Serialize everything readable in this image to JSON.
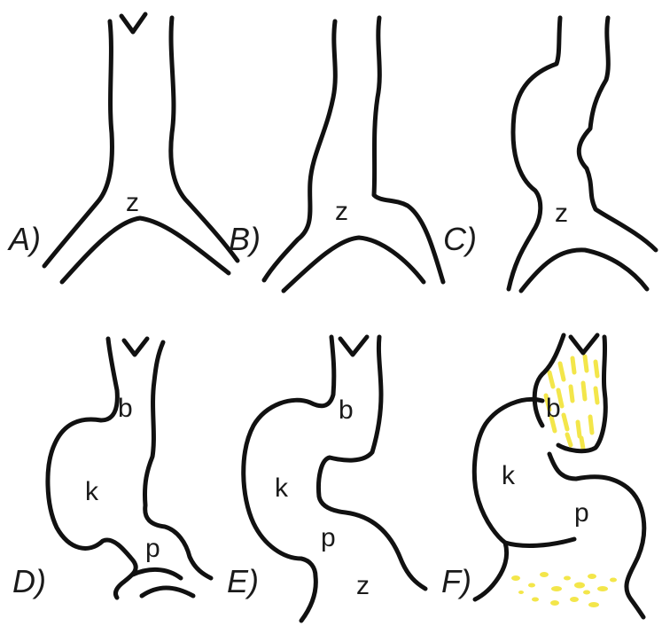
{
  "colors": {
    "line": "#111111",
    "highlight": "#f3e64a",
    "background": "#ffffff"
  },
  "panels": [
    {
      "id": "A",
      "label": "A)",
      "regions": [
        {
          "id": "z",
          "label": "z"
        }
      ]
    },
    {
      "id": "B",
      "label": "B)",
      "regions": [
        {
          "id": "z",
          "label": "z"
        }
      ]
    },
    {
      "id": "C",
      "label": "C)",
      "regions": [
        {
          "id": "z",
          "label": "z"
        }
      ]
    },
    {
      "id": "D",
      "label": "D)",
      "regions": [
        {
          "id": "b",
          "label": "b"
        },
        {
          "id": "k",
          "label": "k"
        },
        {
          "id": "p",
          "label": "p"
        }
      ]
    },
    {
      "id": "E",
      "label": "E)",
      "regions": [
        {
          "id": "b",
          "label": "b"
        },
        {
          "id": "k",
          "label": "k"
        },
        {
          "id": "p",
          "label": "p"
        },
        {
          "id": "z",
          "label": "z"
        }
      ]
    },
    {
      "id": "F",
      "label": "F)",
      "regions": [
        {
          "id": "b",
          "label": "b"
        },
        {
          "id": "k",
          "label": "k"
        },
        {
          "id": "p",
          "label": "p"
        }
      ]
    }
  ]
}
